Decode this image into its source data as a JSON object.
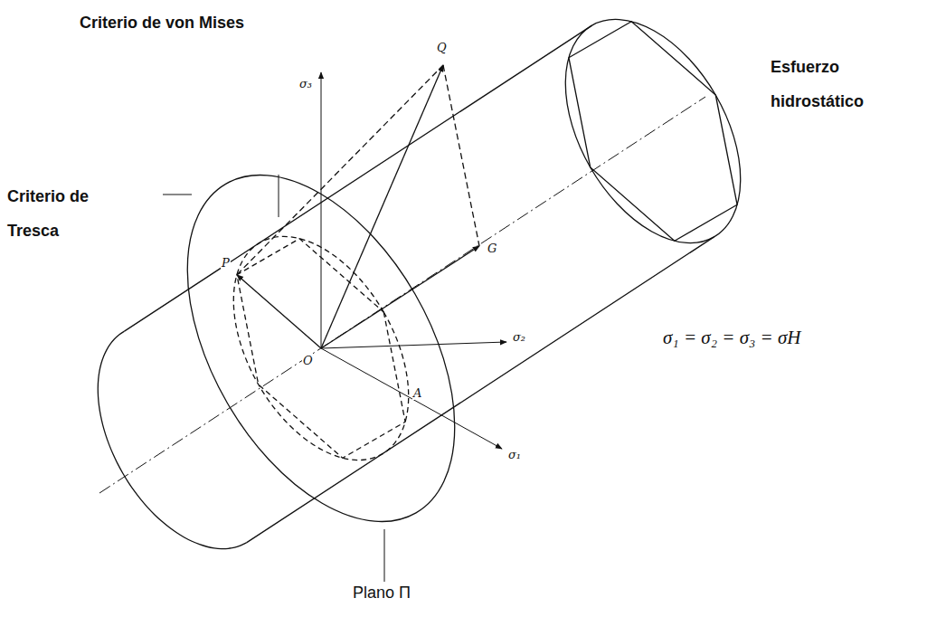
{
  "diagram": {
    "labels": [
      "Criterio de von Mises",
      "Esfuerzo hidrostático",
      "Criterio de Tresca",
      "σ₃",
      "Q",
      "G",
      "P",
      "O",
      "σ₂",
      "A",
      "σ₁",
      "σ₁ = σ₂ = σ₃ = σH",
      "Plano Π"
    ]
  }
}
